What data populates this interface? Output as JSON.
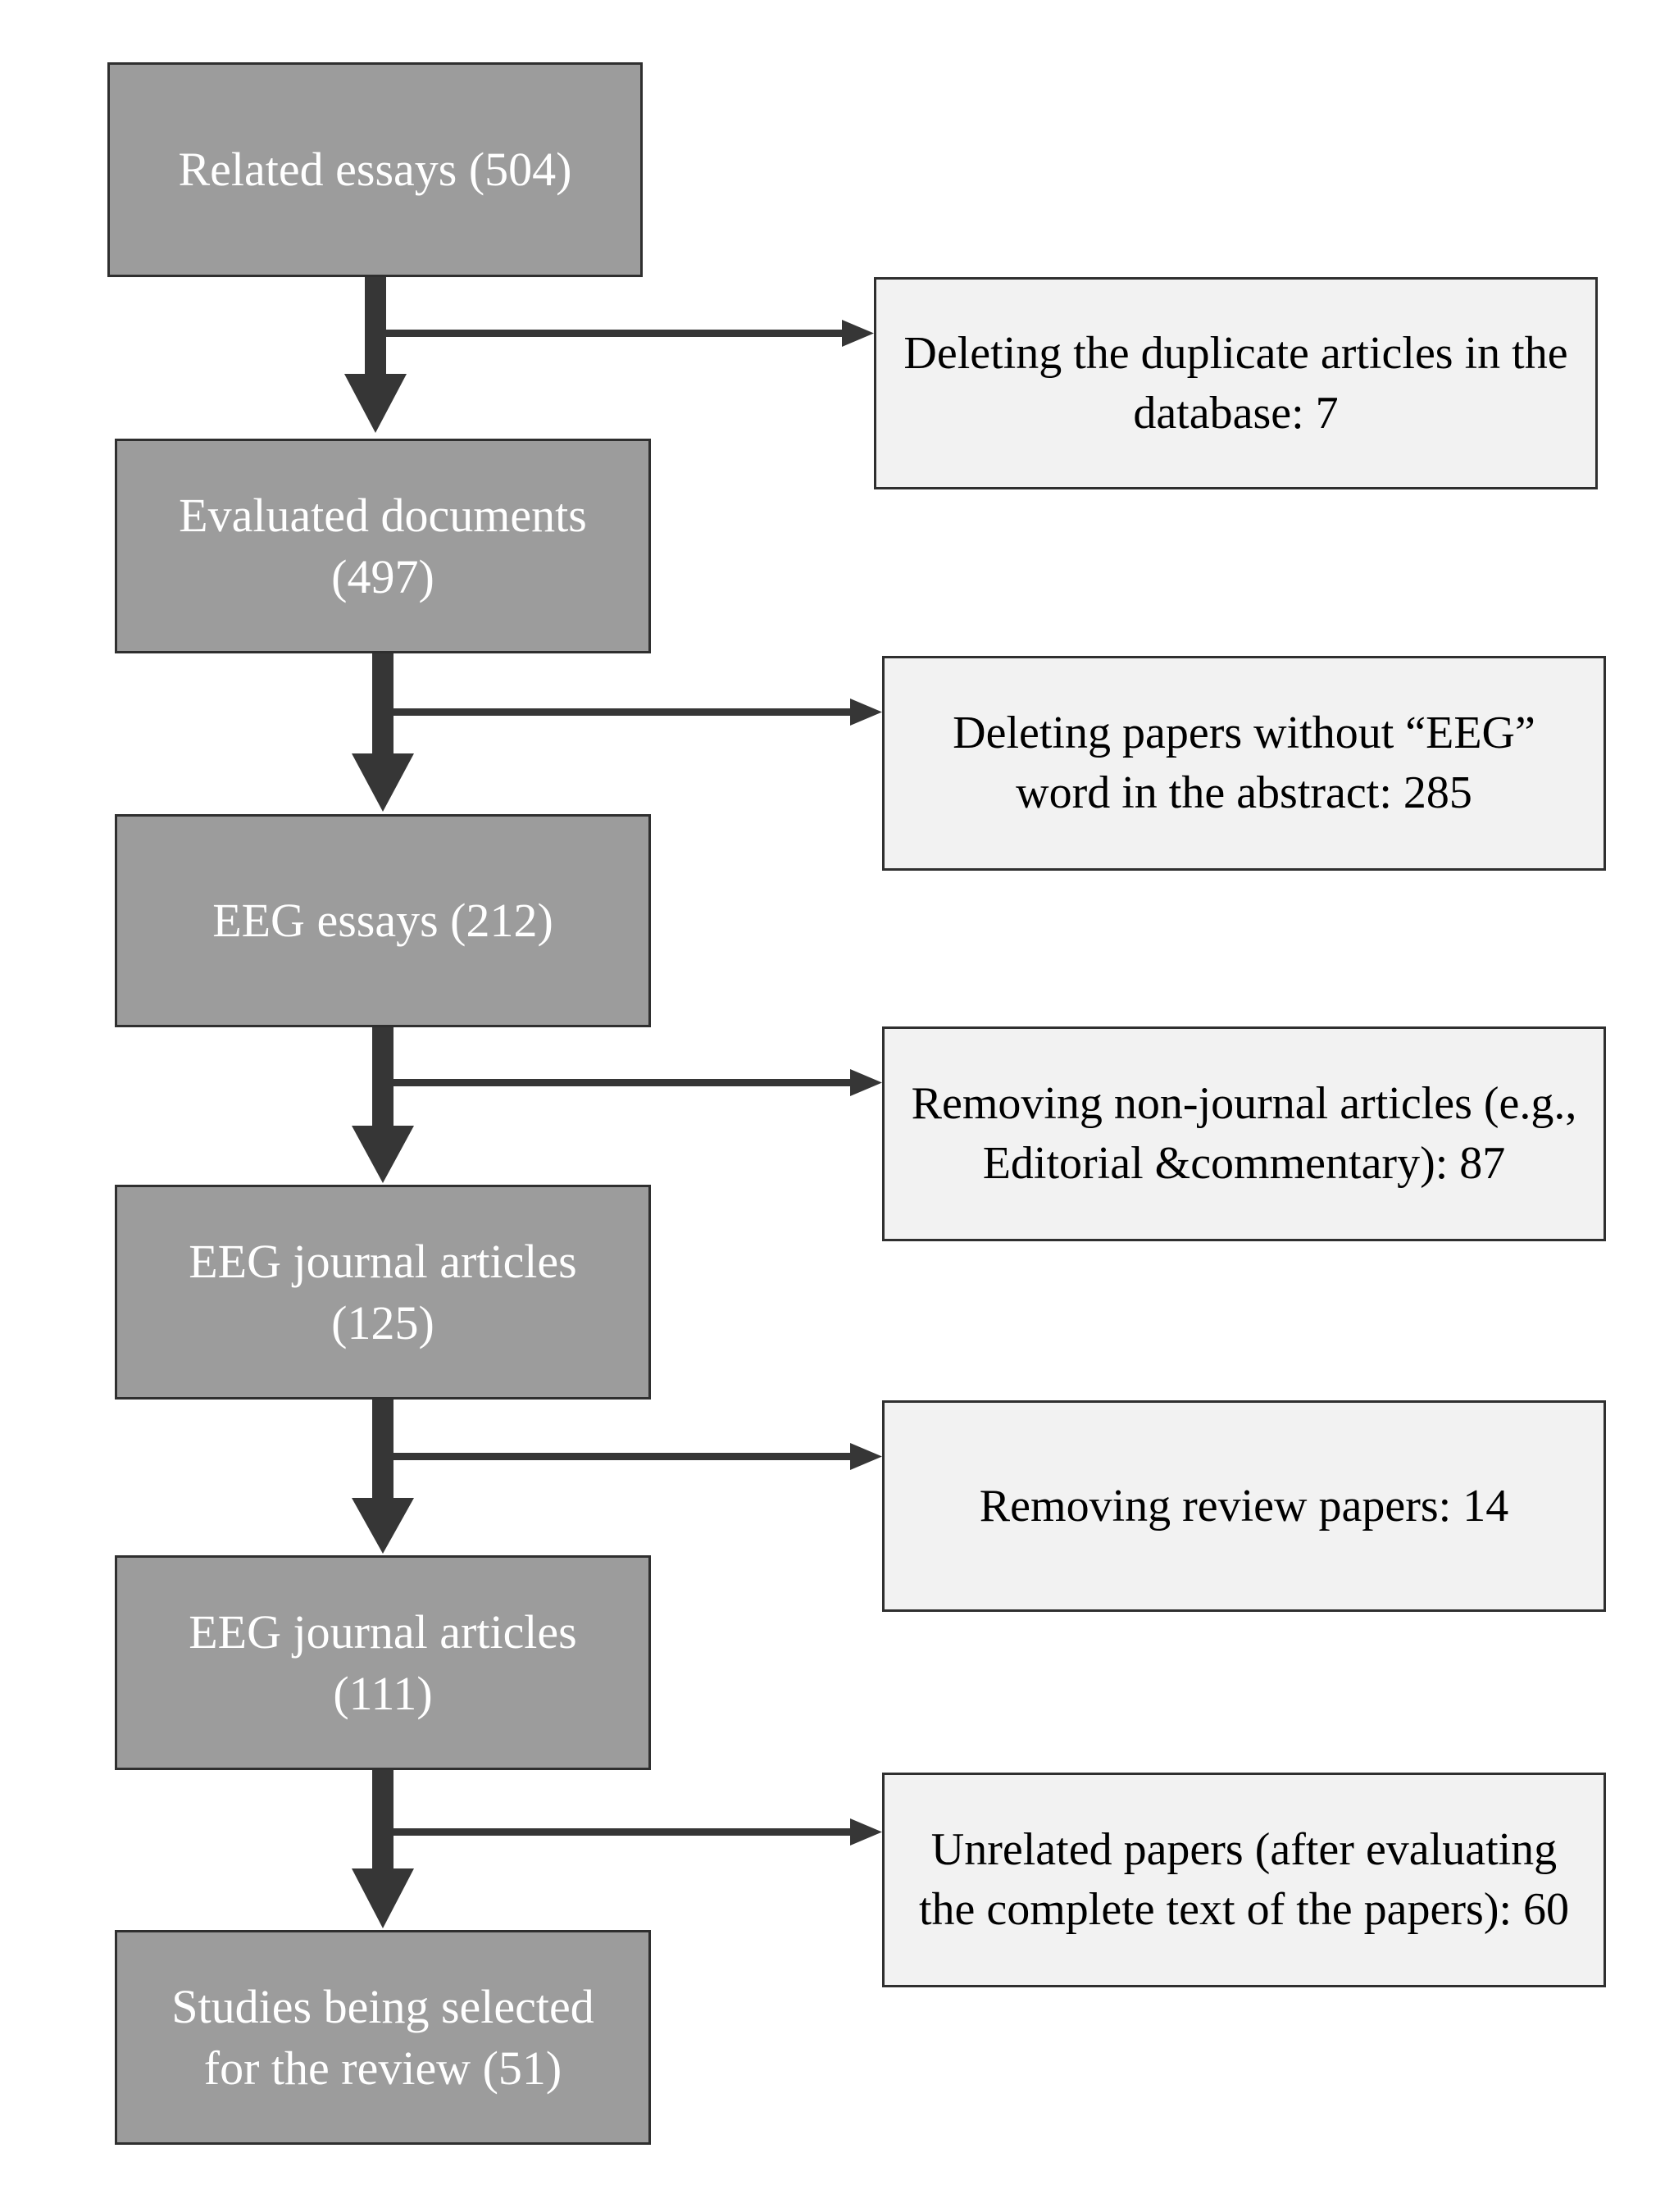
{
  "steps": [
    {
      "label": "Related essays (504)"
    },
    {
      "label": "Evaluated documents (497)"
    },
    {
      "label": "EEG essays (212)"
    },
    {
      "label": "EEG journal articles (125)"
    },
    {
      "label": "EEG journal articles (111)"
    },
    {
      "label": "Studies being selected for the review (51)"
    }
  ],
  "exclusions": [
    {
      "label": "Deleting the duplicate articles in the database: 7"
    },
    {
      "label": "Deleting papers without “EEG” word in the abstract: 285"
    },
    {
      "label": "Removing non-journal articles (e.g., Editorial &commentary): 87"
    },
    {
      "label": "Removing review papers: 14"
    },
    {
      "label": "Unrelated papers (after evaluating the complete text of the papers): 60"
    }
  ],
  "colors": {
    "step_fill": "#9c9c9c",
    "step_text": "#ffffff",
    "exclusion_fill": "#f2f2f2",
    "exclusion_text": "#000000",
    "arrow": "#363636"
  }
}
